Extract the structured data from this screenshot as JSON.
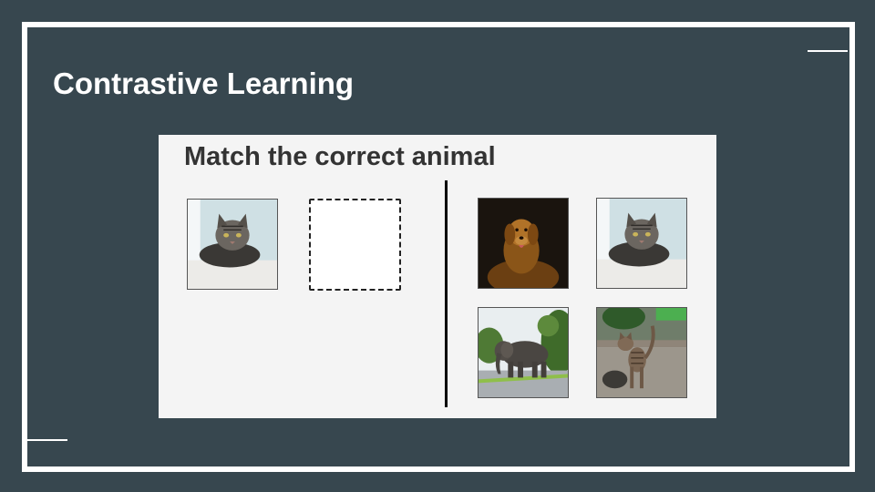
{
  "slide": {
    "title": "Contrastive Learning"
  },
  "panel": {
    "heading": "Match the correct animal",
    "query_image": {
      "icon": "cat-photo-icon"
    },
    "drop_zone": {
      "state": "empty"
    },
    "options": [
      {
        "icon": "dog-photo-icon"
      },
      {
        "icon": "cat-photo-icon"
      },
      {
        "icon": "elephant-photo-icon"
      },
      {
        "icon": "cat-photo-icon"
      }
    ]
  },
  "colors": {
    "background": "#37474f",
    "frame": "#ffffff",
    "panel": "#f4f4f4",
    "heading": "#333333"
  }
}
